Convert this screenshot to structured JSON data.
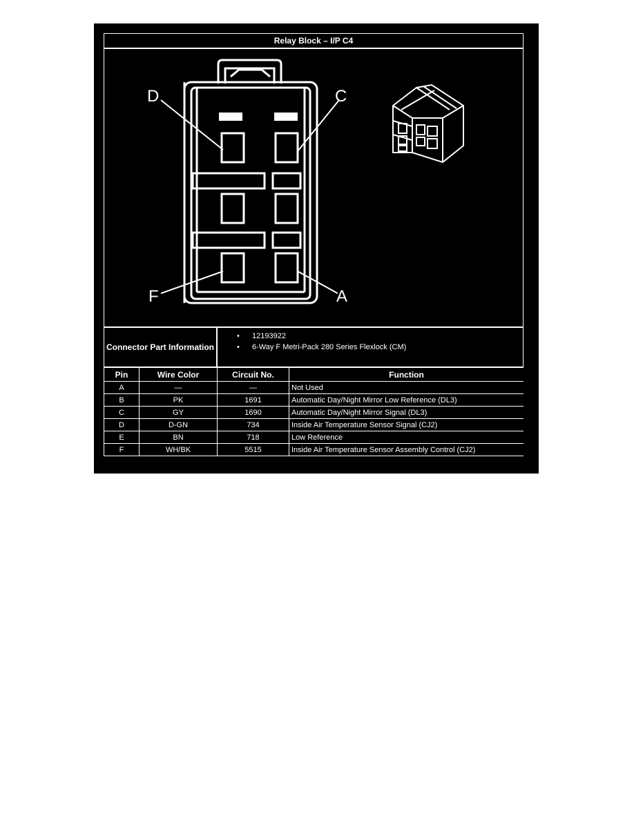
{
  "title": "Relay Block – I/P C4",
  "connector_part_label": "Connector Part Information",
  "connector_part_items": [
    "12193922",
    "6-Way F Metri-Pack 280 Series Flexlock (CM)"
  ],
  "pin_labels": {
    "D": "D",
    "C": "C",
    "F": "F",
    "A": "A"
  },
  "table": {
    "headers": [
      "Pin",
      "Wire Color",
      "Circuit No.",
      "Function"
    ],
    "rows": [
      [
        "A",
        "—",
        "—",
        "Not Used"
      ],
      [
        "B",
        "PK",
        "1691",
        "Automatic Day/Night Mirror Low Reference (DL3)"
      ],
      [
        "C",
        "GY",
        "1690",
        "Automatic Day/Night Mirror Signal (DL3)"
      ],
      [
        "D",
        "D-GN",
        "734",
        "Inside Air Temperature Sensor Signal (CJ2)"
      ],
      [
        "E",
        "BN",
        "718",
        "Low Reference"
      ],
      [
        "F",
        "WH/BK",
        "5515",
        "Inside Air Temperature Sensor Assembly Control (CJ2)"
      ]
    ]
  }
}
